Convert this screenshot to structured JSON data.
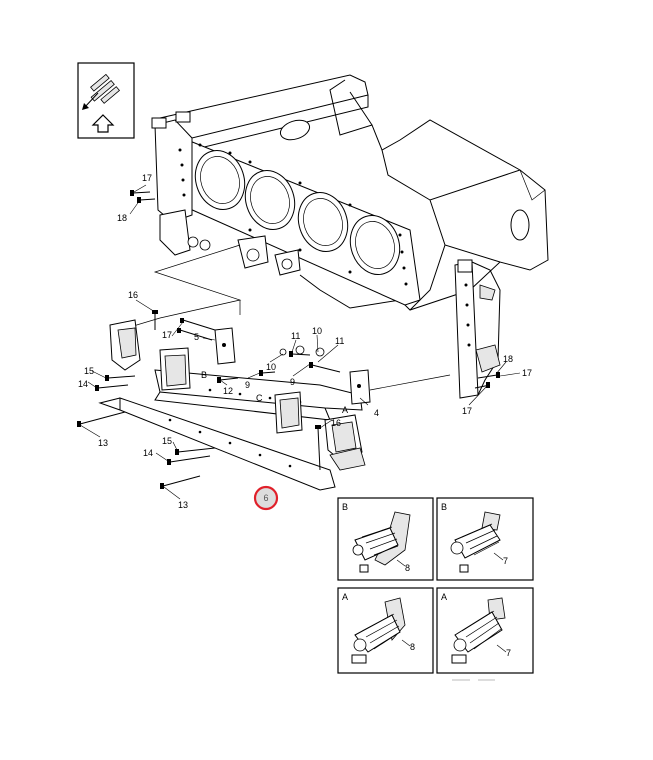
{
  "callouts": {
    "n17a": "17",
    "n18a": "18",
    "n16": "16",
    "n17b": "17",
    "n5": "5",
    "n11a": "11",
    "n10a": "10",
    "n11b": "11",
    "n10b": "10",
    "n9a": "9",
    "n9b": "9",
    "n15a": "15",
    "n14a": "14",
    "n12": "12",
    "nB": "B",
    "nC": "C",
    "nA": "A",
    "n4": "4",
    "n13a": "13",
    "n16b": "16",
    "n15b": "15",
    "n14b": "14",
    "n13b": "13",
    "n18b": "18",
    "n17c": "17",
    "n17d": "17",
    "n6": "6"
  },
  "detail_panels": [
    {
      "letter": "B",
      "part": "8"
    },
    {
      "letter": "B",
      "part": "7"
    },
    {
      "letter": "A",
      "part": "8"
    },
    {
      "letter": "A",
      "part": "7"
    }
  ],
  "highlight_color": "#e0202a",
  "icons": {
    "nav": "exploded-view-up-arrow-icon"
  }
}
